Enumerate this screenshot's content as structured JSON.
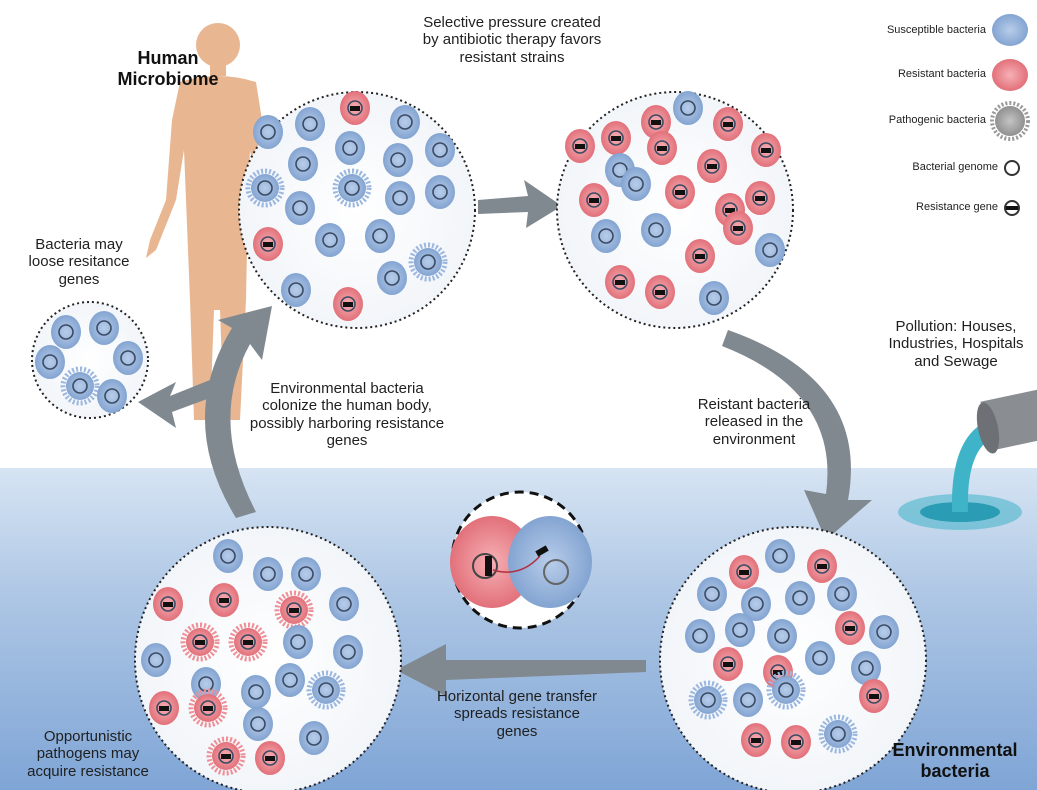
{
  "labels": {
    "human_microbiome": "Human\nMicrobiome",
    "selective_pressure": "Selective pressure created\nby antibiotic therapy favors\nresistant strains",
    "loose_genes": "Bacteria may\nloose resitance\ngenes",
    "colonize": "Environmental bacteria\ncolonize the human body,\npossibly harboring resistance\ngenes",
    "released": "Reistant bacteria\nreleased in the\nenvironment",
    "pollution": "Pollution: Houses,\nIndustries, Hospitals\nand Sewage",
    "hgt": "Horizontal gene transfer\nspreads resistance\ngenes",
    "opportunistic": "Opportunistic\npathogens may\nacquire resistance",
    "environmental_bacteria": "Environmental\nbacteria"
  },
  "legend": {
    "susceptible": "Susceptible bacteria",
    "resistant": "Resistant bacteria",
    "pathogenic": "Pathogenic bacteria",
    "genome": "Bacterial genome",
    "gene": "Resistance gene"
  },
  "colors": {
    "susceptible": "#9db9dd",
    "susceptible_dark": "#6f93c4",
    "resistant": "#ec8c93",
    "resistant_dark": "#d65f69",
    "pathogenic": "#9a9a9a",
    "arrow": "#808890",
    "human": "#e8b792",
    "water_top": "#d6e4f3",
    "water_bottom": "#7fa5d6",
    "pollution_liquid": "#3fb3c8"
  }
}
